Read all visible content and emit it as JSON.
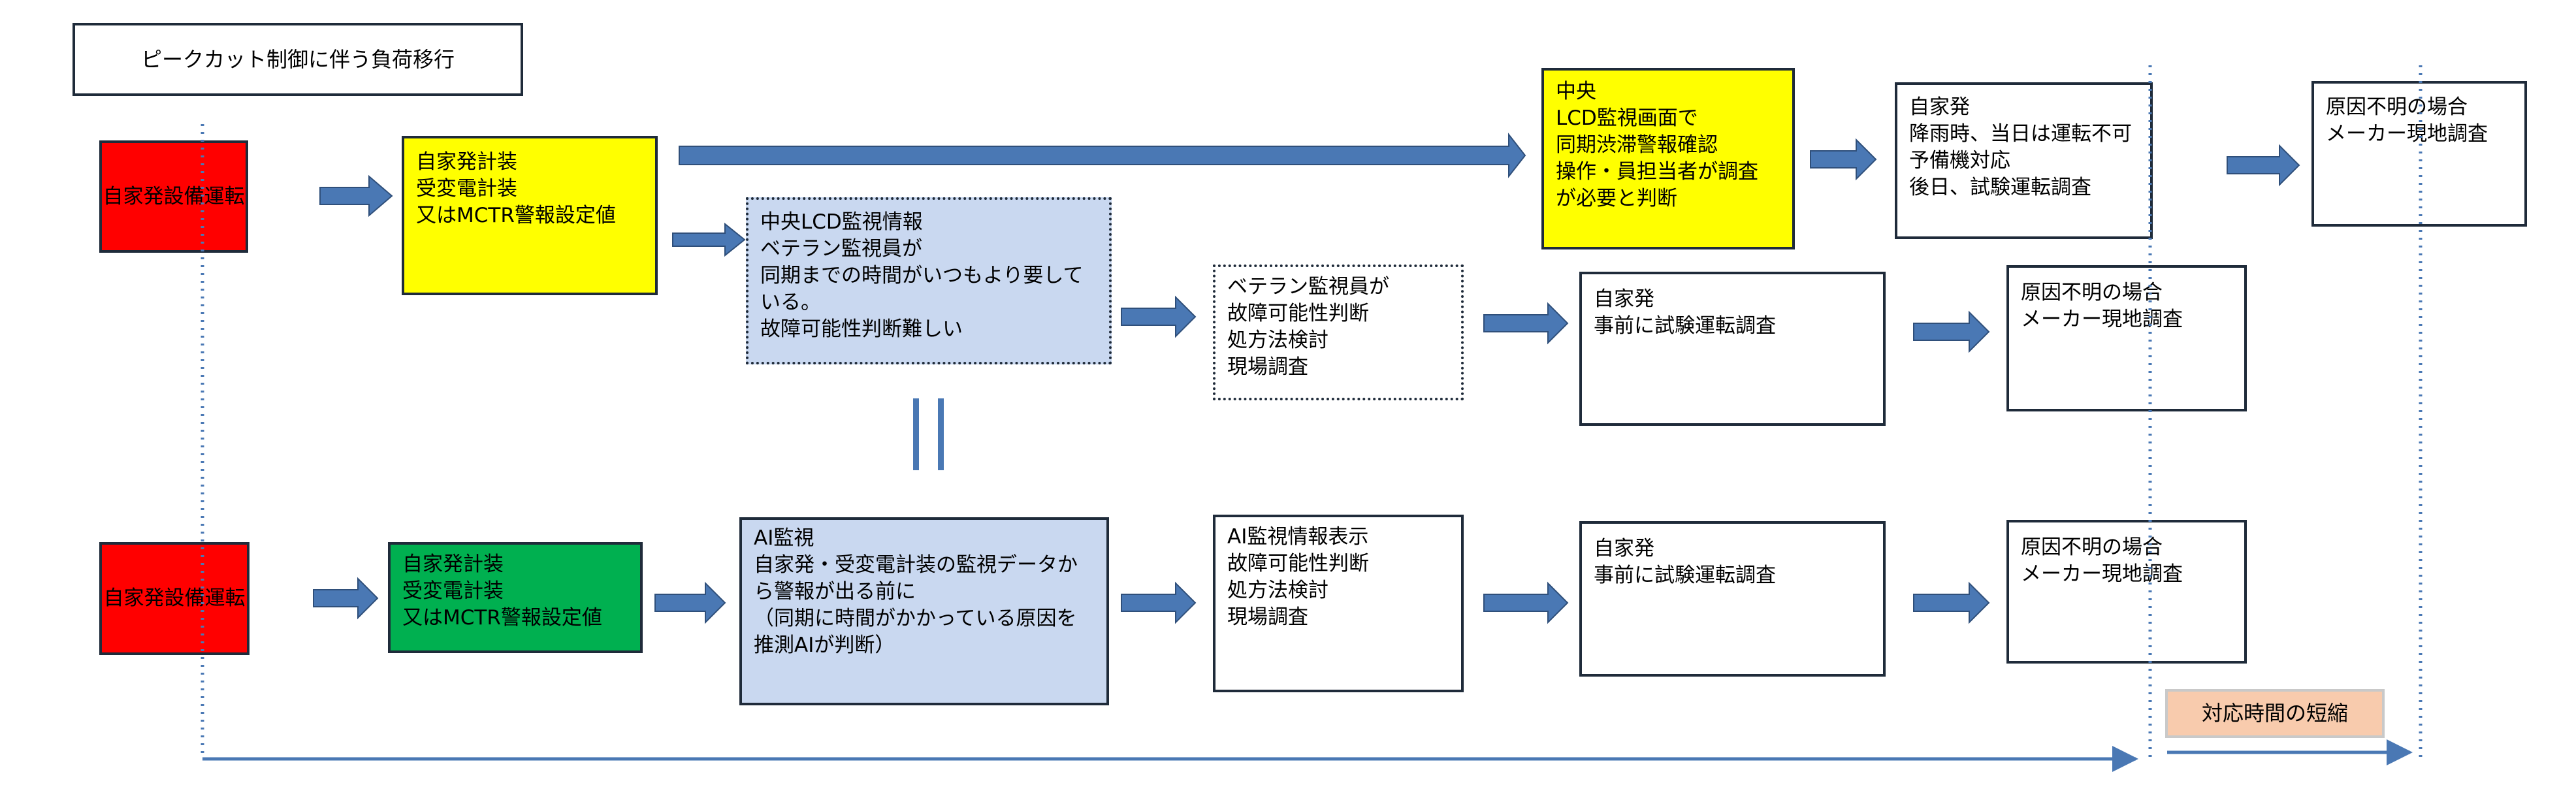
{
  "title": "ピークカット制御に伴う負荷移行",
  "colors": {
    "arrow": "#4a78b4",
    "red": "#ff0000",
    "yellow": "#ffff00",
    "green": "#00b050",
    "light_blue": "#c9d8f0",
    "peach": "#f8cbad",
    "dotted_line": "#4a78b4"
  },
  "top_flow": {
    "start": "自家発設備運転",
    "settings": "自家発計装\n受変電計装\n又はMCTR警報設定値",
    "central_lcd": "中央LCD監視情報\nベテラン監視員が\n同期までの時間がいつもより要している。\n故障可能性判断難しい",
    "veteran": "ベテラン監視員が\n故障可能性判断\n処方法検討\n現場調査",
    "self_gen_test": "自家発\n事前に試験運転調査",
    "unknown_cause": "原因不明の場合\nメーカー現地調査",
    "central_alarm": "中央\nLCD監視画面で\n同期渋滞警報確認\n操作・員担当者が調査\nが必要と判断",
    "self_gen_rain": "自家発\n降雨時、当日は運転不可\n予備機対応\n後日、試験運転調査",
    "unknown_cause_far": "原因不明の場合\nメーカー現地調査"
  },
  "equals_mark": "||",
  "bottom_flow": {
    "start": "自家発設備運転",
    "settings": "自家発計装\n受変電計装\n又はMCTR警報設定値",
    "ai": "AI監視\n自家発・受変電計装の監視データから警報が出る前に\n（同期に時間がかかっている原因を推測AIが判断）",
    "ai_display": "AI監視情報表示\n故障可能性判断\n処方法検討\n現場調査",
    "self_gen_test": "自家発\n事前に試験運転調査",
    "unknown_cause": "原因不明の場合\nメーカー現地調査"
  },
  "shortening_label": "対応時間の短縮"
}
